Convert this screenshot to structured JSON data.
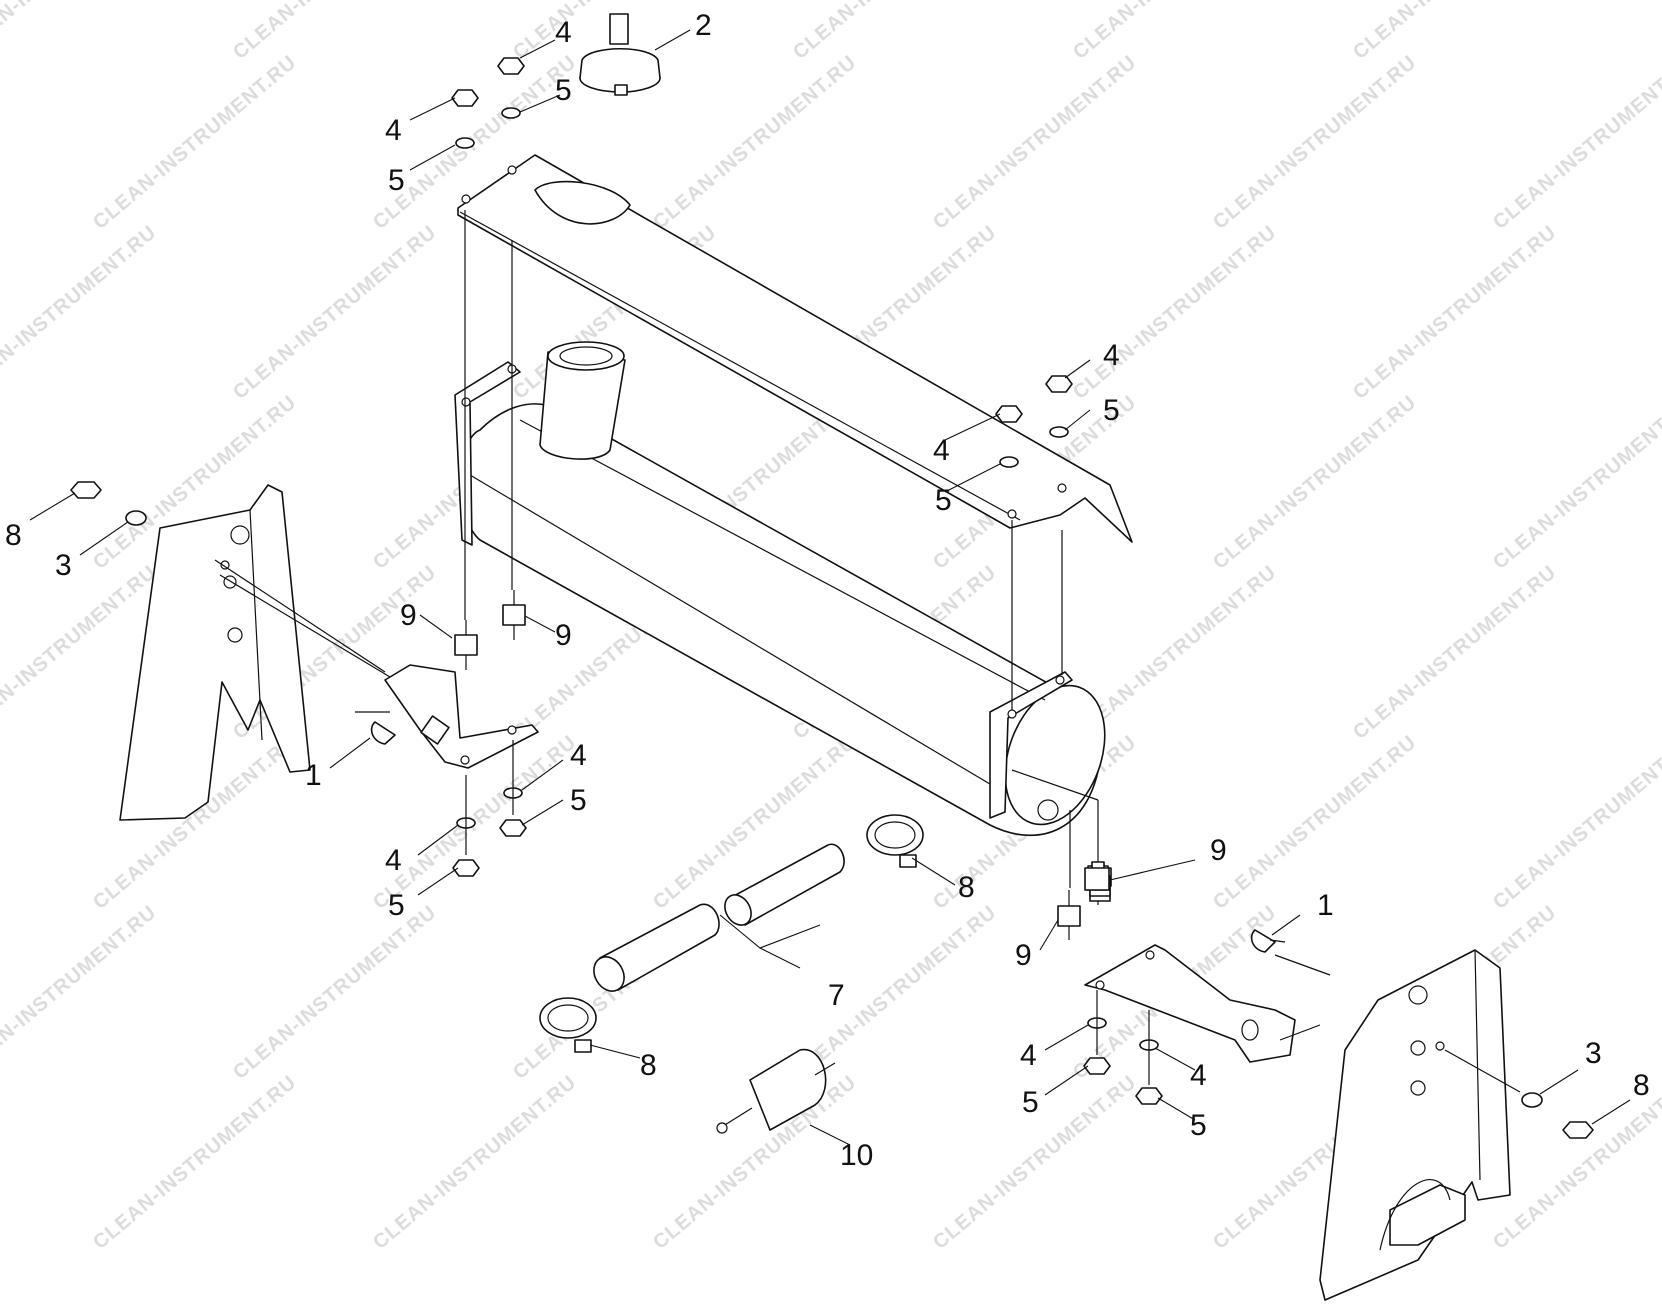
{
  "watermark": "CLEAN-INSTRUMENT.RU",
  "callouts": [
    {
      "id": "c1",
      "text": "2"
    },
    {
      "id": "c2",
      "text": "4"
    },
    {
      "id": "c3",
      "text": "5"
    },
    {
      "id": "c4",
      "text": "4"
    },
    {
      "id": "c5",
      "text": "5"
    },
    {
      "id": "c6",
      "text": "4"
    },
    {
      "id": "c7",
      "text": "5"
    },
    {
      "id": "c8",
      "text": "4"
    },
    {
      "id": "c9",
      "text": "5"
    },
    {
      "id": "c10",
      "text": "8"
    },
    {
      "id": "c11",
      "text": "3"
    },
    {
      "id": "c12",
      "text": "9"
    },
    {
      "id": "c13",
      "text": "9"
    },
    {
      "id": "c14",
      "text": "1"
    },
    {
      "id": "c15",
      "text": "4"
    },
    {
      "id": "c16",
      "text": "5"
    },
    {
      "id": "c17",
      "text": "4"
    },
    {
      "id": "c18",
      "text": "5"
    },
    {
      "id": "c19",
      "text": "8"
    },
    {
      "id": "c20",
      "text": "7"
    },
    {
      "id": "c21",
      "text": "8"
    },
    {
      "id": "c22",
      "text": "10"
    },
    {
      "id": "c23",
      "text": "9"
    },
    {
      "id": "c24",
      "text": "9"
    },
    {
      "id": "c25",
      "text": "1"
    },
    {
      "id": "c26",
      "text": "4"
    },
    {
      "id": "c27",
      "text": "5"
    },
    {
      "id": "c28",
      "text": "4"
    },
    {
      "id": "c29",
      "text": "5"
    },
    {
      "id": "c30",
      "text": "3"
    },
    {
      "id": "c31",
      "text": "8"
    }
  ]
}
